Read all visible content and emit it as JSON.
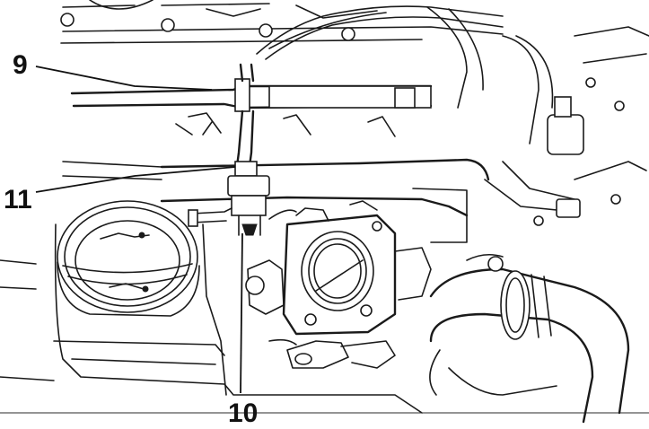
{
  "callouts": [
    {
      "label": "9"
    },
    {
      "label": "11"
    },
    {
      "label": "10"
    }
  ],
  "colors": {
    "ink": "#1a1a1a",
    "background": "#ffffff"
  }
}
